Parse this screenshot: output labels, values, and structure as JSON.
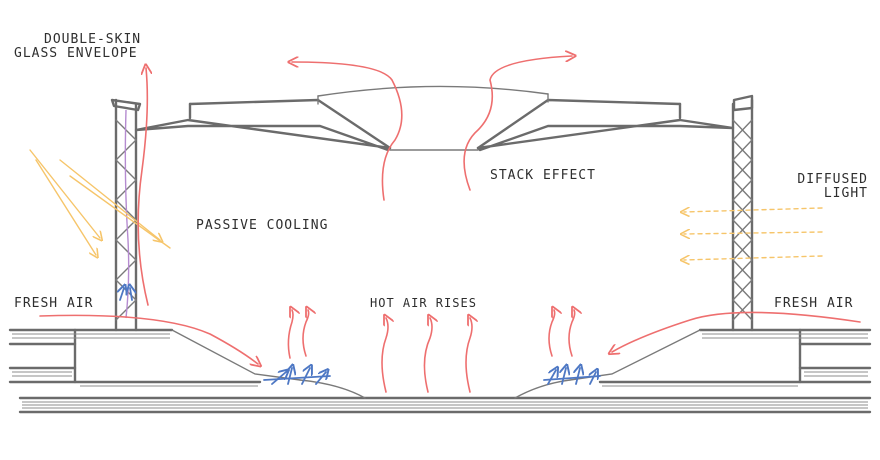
{
  "labels": {
    "double_skin_line1": "DOUBLE-SKIN",
    "double_skin_line2": "GLASS ENVELOPE",
    "passive_cooling": "PASSIVE COOLING",
    "stack_effect": "STACK EFFECT",
    "diffused_line1": "DIFFUSED",
    "diffused_line2": "LIGHT",
    "fresh_air_left": "FRESH AIR",
    "fresh_air_right": "FRESH AIR",
    "hot_air_rises": "HOT AIR RISES"
  },
  "colors": {
    "structure": "#6b6b6b",
    "airflow_warm": "#ee6f6f",
    "airflow_cool": "#4e78c4",
    "sunlight": "#f6c56a",
    "text": "#2e2e2e"
  },
  "icons": [
    "warm-air-arrow-icon",
    "cool-air-arrow-icon",
    "sunlight-ray-icon",
    "diffused-light-arrow-icon"
  ]
}
